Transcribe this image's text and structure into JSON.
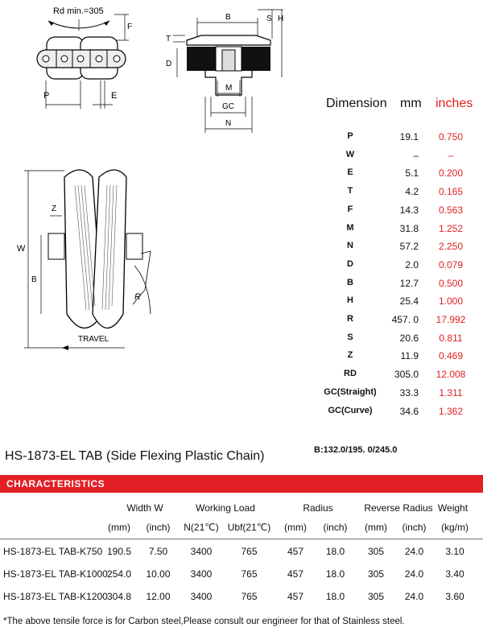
{
  "drawing": {
    "rd_min": "Rd min.=305",
    "labels": {
      "F": "F",
      "P": "P",
      "E": "E",
      "B": "B",
      "S": "S",
      "H": "H",
      "T": "T",
      "D": "D",
      "M": "M",
      "GC": "GC",
      "N": "N",
      "Z": "Z",
      "W": "W",
      "B2": "B",
      "R": "R",
      "travel": "TRAVEL"
    }
  },
  "dimensions": {
    "headers": {
      "name": "Dimension",
      "mm": "mm",
      "inches": "inches"
    },
    "rows": [
      {
        "label": "P",
        "mm": "19.1",
        "in": "0.750"
      },
      {
        "label": "W",
        "mm": "–",
        "in": "–"
      },
      {
        "label": "E",
        "mm": "5.1",
        "in": "0.200"
      },
      {
        "label": "T",
        "mm": "4.2",
        "in": "0.165"
      },
      {
        "label": "F",
        "mm": "14.3",
        "in": "0.563"
      },
      {
        "label": "M",
        "mm": "31.8",
        "in": "1.252"
      },
      {
        "label": "N",
        "mm": "57.2",
        "in": "2.250"
      },
      {
        "label": "D",
        "mm": "2.0",
        "in": "0.079"
      },
      {
        "label": "B",
        "mm": "12.7",
        "in": "0.500"
      },
      {
        "label": "H",
        "mm": "25.4",
        "in": "1.000"
      },
      {
        "label": "R",
        "mm": "457. 0",
        "in": "17.992"
      },
      {
        "label": "S",
        "mm": "20.6",
        "in": "0.811"
      },
      {
        "label": "Z",
        "mm": "11.9",
        "in": "0.469"
      },
      {
        "label": "RD",
        "mm": "305.0",
        "in": "12.008"
      },
      {
        "label": "GC(Straight)",
        "mm": "33.3",
        "in": "1.311"
      },
      {
        "label": "GC(Curve)",
        "mm": "34.6",
        "in": "1.362"
      }
    ]
  },
  "b_note": "B:132.0/195. 0/245.0",
  "product_title": "HS-1873-EL TAB (Side Flexing Plastic Chain)",
  "characteristics": {
    "bar_label": "CHARACTERISTICS",
    "groups": {
      "width": "Width  W",
      "working_load": "Working Load",
      "radius": "Radius",
      "reverse_radius": "Reverse Radius",
      "weight": "Weight"
    },
    "units": {
      "width_mm": "(mm)",
      "width_inch": "(inch)",
      "wl_n": "N(21℃)",
      "wl_ubf": "Ubf(21℃)",
      "r_mm": "(mm)",
      "r_inch": "(inch)",
      "rr_mm": "(mm)",
      "rr_inch": "(inch)",
      "weight": "(kg/m)"
    },
    "rows": [
      {
        "name": "HS-1873-EL TAB-K750",
        "w_mm": "190.5",
        "w_in": "7.50",
        "n": "3400",
        "ubf": "765",
        "r_mm": "457",
        "r_in": "18.0",
        "rr_mm": "305",
        "rr_in": "24.0",
        "kg": "3.10"
      },
      {
        "name": "HS-1873-EL TAB-K1000",
        "w_mm": "254.0",
        "w_in": "10.00",
        "n": "3400",
        "ubf": "765",
        "r_mm": "457",
        "r_in": "18.0",
        "rr_mm": "305",
        "rr_in": "24.0",
        "kg": "3.40"
      },
      {
        "name": "HS-1873-EL TAB-K1200",
        "w_mm": "304.8",
        "w_in": "12.00",
        "n": "3400",
        "ubf": "765",
        "r_mm": "457",
        "r_in": "18.0",
        "rr_mm": "305",
        "rr_in": "24.0",
        "kg": "3.60"
      }
    ]
  },
  "footnote": "*The above tensile force is for Carbon steel,Please consult our engineer for that of Stainless steel.",
  "colors": {
    "accent": "#e31e24",
    "inches_text": "#e02020"
  }
}
